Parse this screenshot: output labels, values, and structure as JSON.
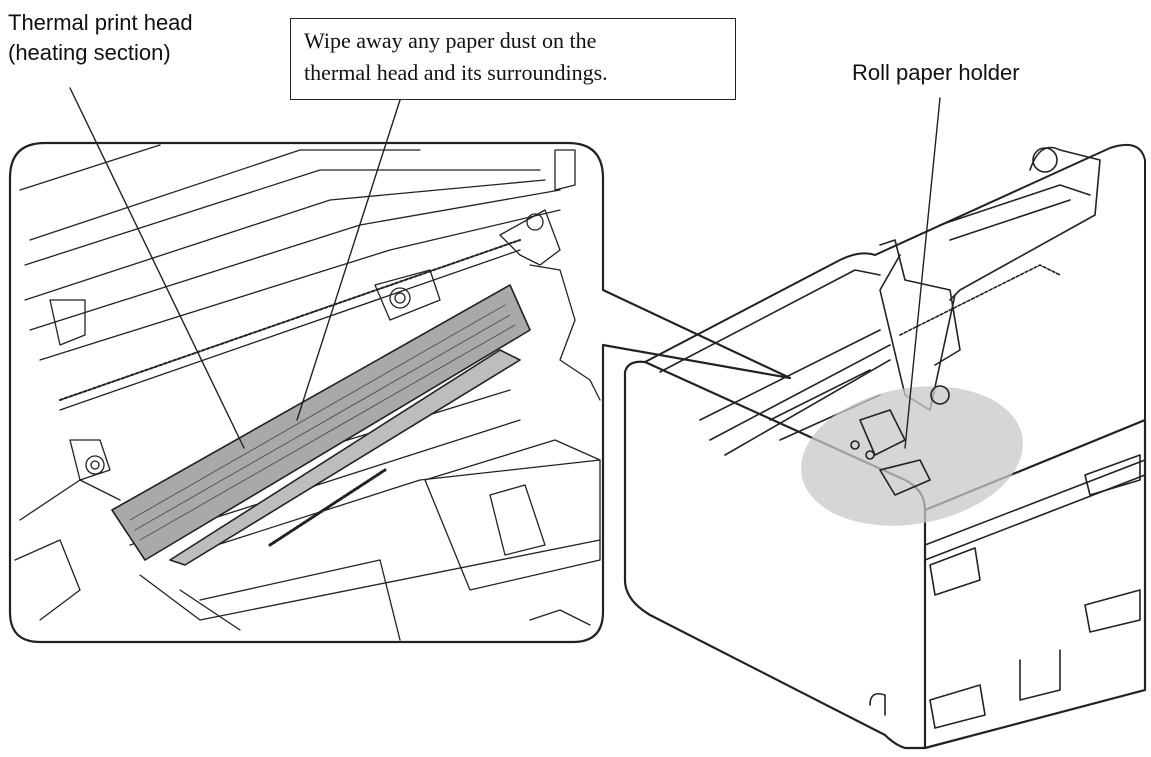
{
  "labels": {
    "thermal_head_line1": "Thermal print head",
    "thermal_head_line2": "(heating section)",
    "callout_line1": "Wipe away any paper dust on the",
    "callout_line2": "thermal head and its surroundings.",
    "roll_holder": "Roll paper holder"
  },
  "colors": {
    "line": "#222222",
    "highlight": "#c8c8c8",
    "head_shade": "#a9a9a9"
  }
}
